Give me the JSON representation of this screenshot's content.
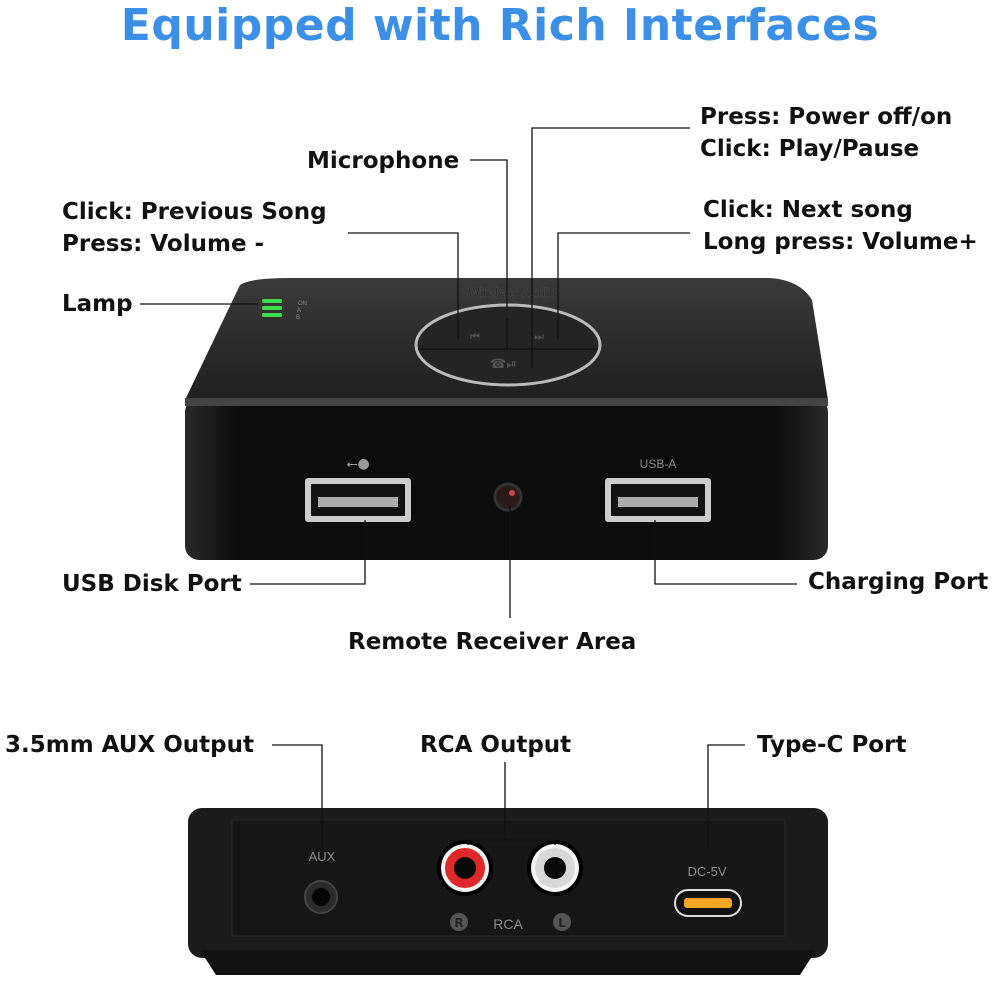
{
  "title": "Equipped with Rich Interfaces",
  "labels": {
    "microphone": "Microphone",
    "power_press": "Press: Power off/on",
    "power_click": "Click: Play/Pause",
    "prev_click": "Click: Previous Song",
    "prev_press": "Press: Volume -",
    "next_click": "Click: Next song",
    "next_press": "Long press: Volume+",
    "lamp": "Lamp",
    "usb_disk": "USB Disk Port",
    "charging": "Charging Port",
    "remote": "Remote Receiver Area",
    "aux": "3.5mm AUX Output",
    "rca": "RCA Output",
    "typec": "Type-C Port"
  },
  "device_print": {
    "brand_text": "Wireless Audio",
    "lamp_marks": [
      "ON",
      "A",
      "B"
    ],
    "usb_a": "USB-A",
    "aux": "AUX",
    "rca": "RCA",
    "r": "R",
    "l": "L",
    "dc": "DC-5V"
  },
  "colors": {
    "title": "#3b8fe6",
    "lamp": "#3ee04a",
    "rca_right": "#e0282a",
    "rca_left": "#e8e8e8",
    "typec": "#f5a623"
  }
}
